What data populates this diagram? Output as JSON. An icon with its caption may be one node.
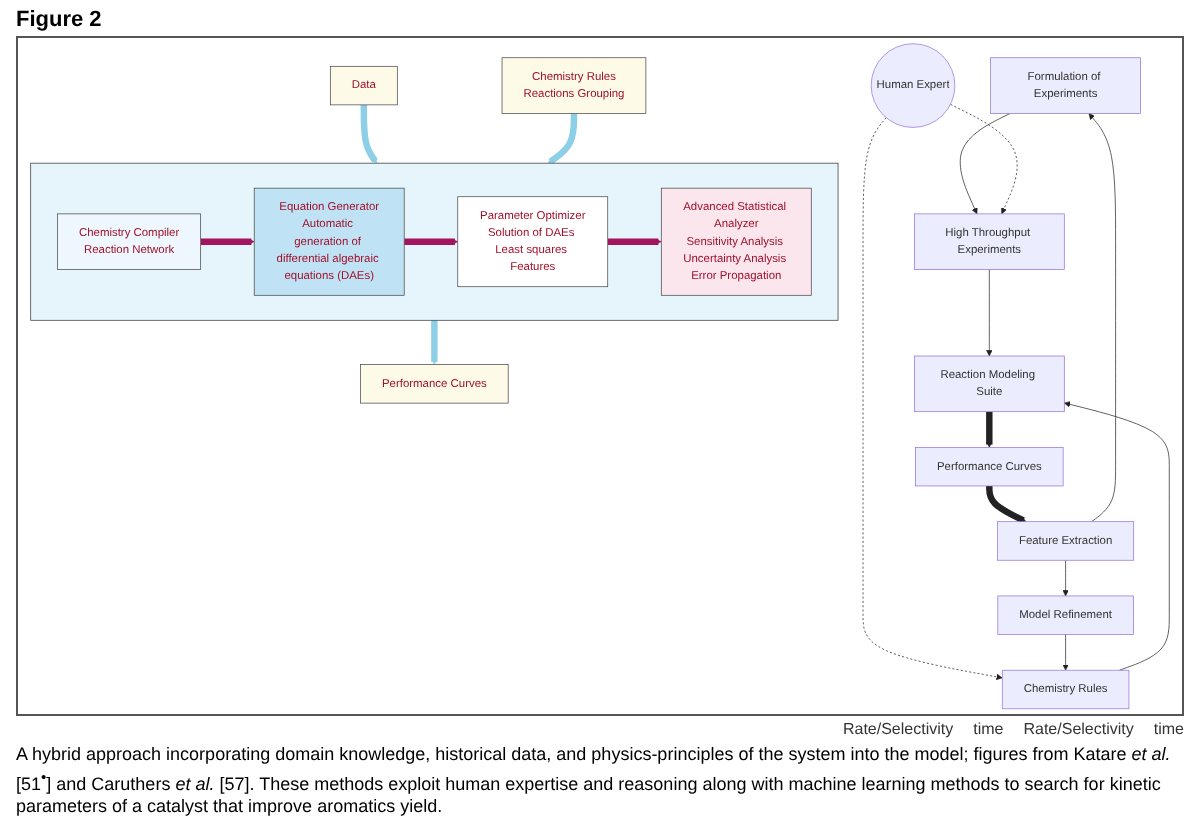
{
  "diagram": {
    "title": "Figure 2",
    "caption": "A hybrid approach incorporating domain knowledge, historical data, and physics-principles of the system into the model; figures from Katare *et al.* [51$^{•}$] and Caruthers *et al.* [57]. These methods exploit human expertise and reasoning along with machine learning methods to search for kinetic parameters of a catalyst that improve aromatics yield.",
    "nodes": [
      {
        "text": [
          "Data"
        ]
      },
      {
        "text": [
          "Chemistry Rules",
          "Reactions Grouping"
        ]
      },
      {
        "text": [],
        "shape": "box"
      },
      {
        "text": [
          "Chemistry Compiler",
          "Reaction Network"
        ],
        "in": 2
      },
      {
        "text": [
          "Equation Generator",
          "Automatic generation of differential algebraic equations (DAEs)"
        ],
        "in": 2
      },
      {
        "text": [
          "Parameter Optimizer",
          "Solution of DAEs Least squares Features"
        ],
        "in": 2
      },
      {
        "text": [
          "Advanced Statistical Analyzer",
          "Sensitivity Analysis Uncertainty Analysis Error Propagation"
        ],
        "in": 2
      },
      {
        "text": [
          "Performance Curves"
        ]
      },
      {
        "text": [
          "Formulation of Experiments"
        ]
      },
      {
        "text": [
          "High Throughput Experiments"
        ]
      },
      {
        "text": [
          "Human Expert"
        ]
      },
      {
        "text": [
          "Chemistry Rules"
        ]
      },
      {
        "text": [
          "Reaction Modeling Suite"
        ]
      },
      {
        "text": [
          "Performance Curves"
        ]
      },
      {
        "text": [
          "Feature Extraction"
        ]
      },
      {
        "text": [
          "Model Refinement"
        ]
      }
    ],
    "edges": [
      {
        "from": 0,
        "to": 2,
        "arrow": "to",
        "style": "thick",
        "color": "#8ccfe6"
      },
      {
        "from": 1,
        "to": 2,
        "arrow": "to",
        "style": "thick",
        "color": "#8ccfe6"
      },
      {
        "from": 3,
        "to": 4,
        "arrow": "to",
        "style": "thick",
        "color": "#a3155f"
      },
      {
        "from": 4,
        "to": 5,
        "arrow": "to",
        "style": "thick",
        "color": "#a3155f"
      },
      {
        "from": 5,
        "to": 6,
        "arrow": "to",
        "style": "thick",
        "color": "#a3155f"
      },
      {
        "from": 2,
        "to": 7,
        "arrow": "to",
        "style": "thick",
        "color": "#8ccfe6"
      },
      {
        "from": 8,
        "to": 9,
        "arrow": "to"
      },
      {
        "from": 10,
        "to": 9,
        "arrow": "to",
        "style": "dashed"
      },
      {
        "from": 10,
        "to": 11,
        "arrow": "to",
        "style": "dashed"
      },
      {
        "from": 9,
        "to": 12,
        "arrow": "to"
      },
      {
        "from": 11,
        "to": 12,
        "arrow": "to"
      },
      {
        "from": 12,
        "to": 13,
        "arrow": "to",
        "style": "thick"
      },
      {
        "from": 13,
        "to": 14,
        "arrow": "to",
        "style": "thick"
      },
      {
        "from": 14,
        "to": 8,
        "arrow": "to"
      },
      {
        "from": 14,
        "to": 15,
        "arrow": "to"
      },
      {
        "from": 15,
        "to": 11,
        "arrow": "to"
      }
    ],
    "labels": [
      "Rate/Selectivity",
      "time",
      "Rate/Selectivity",
      "time"
    ]
  }
}
